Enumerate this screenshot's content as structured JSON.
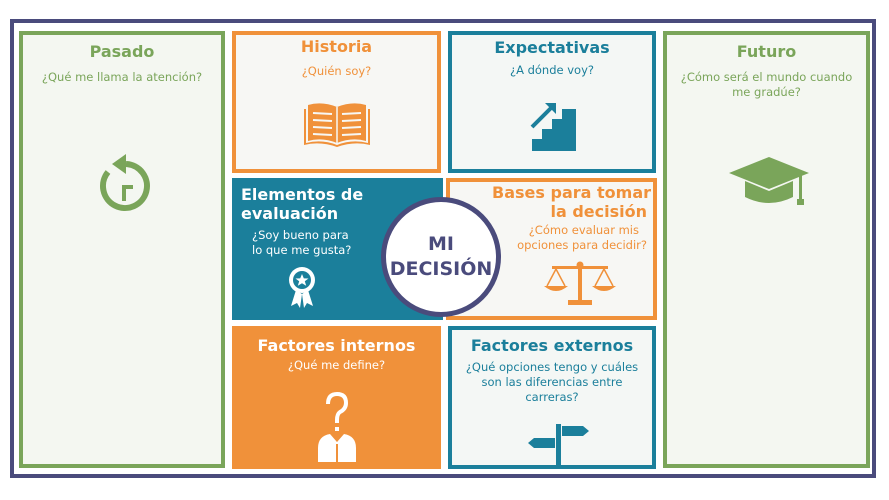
{
  "center": {
    "line1": "MI",
    "line2": "DECISIÓN"
  },
  "panels": {
    "pasado": {
      "title": "Pasado",
      "question": "¿Qué me llama la atención?",
      "icon": "history-clock-icon"
    },
    "futuro": {
      "title": "Futuro",
      "question_line1": "¿Cómo será el mundo cuando",
      "question_line2": "me gradúe?",
      "icon": "graduation-cap-icon"
    },
    "historia": {
      "title": "Historia",
      "question": "¿Quién soy?",
      "icon": "open-book-icon"
    },
    "expectativas": {
      "title": "Expectativas",
      "question": "¿A dónde voy?",
      "icon": "stairs-arrow-icon"
    },
    "elementos": {
      "title_line1": "Elementos de",
      "title_line2": "evaluación",
      "question_line1": "¿Soy bueno para",
      "question_line2": "lo que me gusta?",
      "icon": "award-ribbon-icon"
    },
    "bases": {
      "title_line1": "Bases para tomar",
      "title_line2": "la decisión",
      "question_line1": "¿Cómo evaluar mis",
      "question_line2": "opciones para decidir?",
      "icon": "balance-scale-icon"
    },
    "internos": {
      "title": "Factores internos",
      "question": "¿Qué me define?",
      "icon": "person-question-icon"
    },
    "externos": {
      "title": "Factores externos",
      "question_line1": "¿Qué opciones tengo y cuáles",
      "question_line2": "son las diferencias entre",
      "question_line3": "carreras?",
      "icon": "signpost-icon"
    }
  },
  "colors": {
    "green": "#7aa55a",
    "orange": "#f0913a",
    "teal": "#1b7f9b",
    "navy": "#4a4b7c",
    "white": "#ffffff"
  }
}
